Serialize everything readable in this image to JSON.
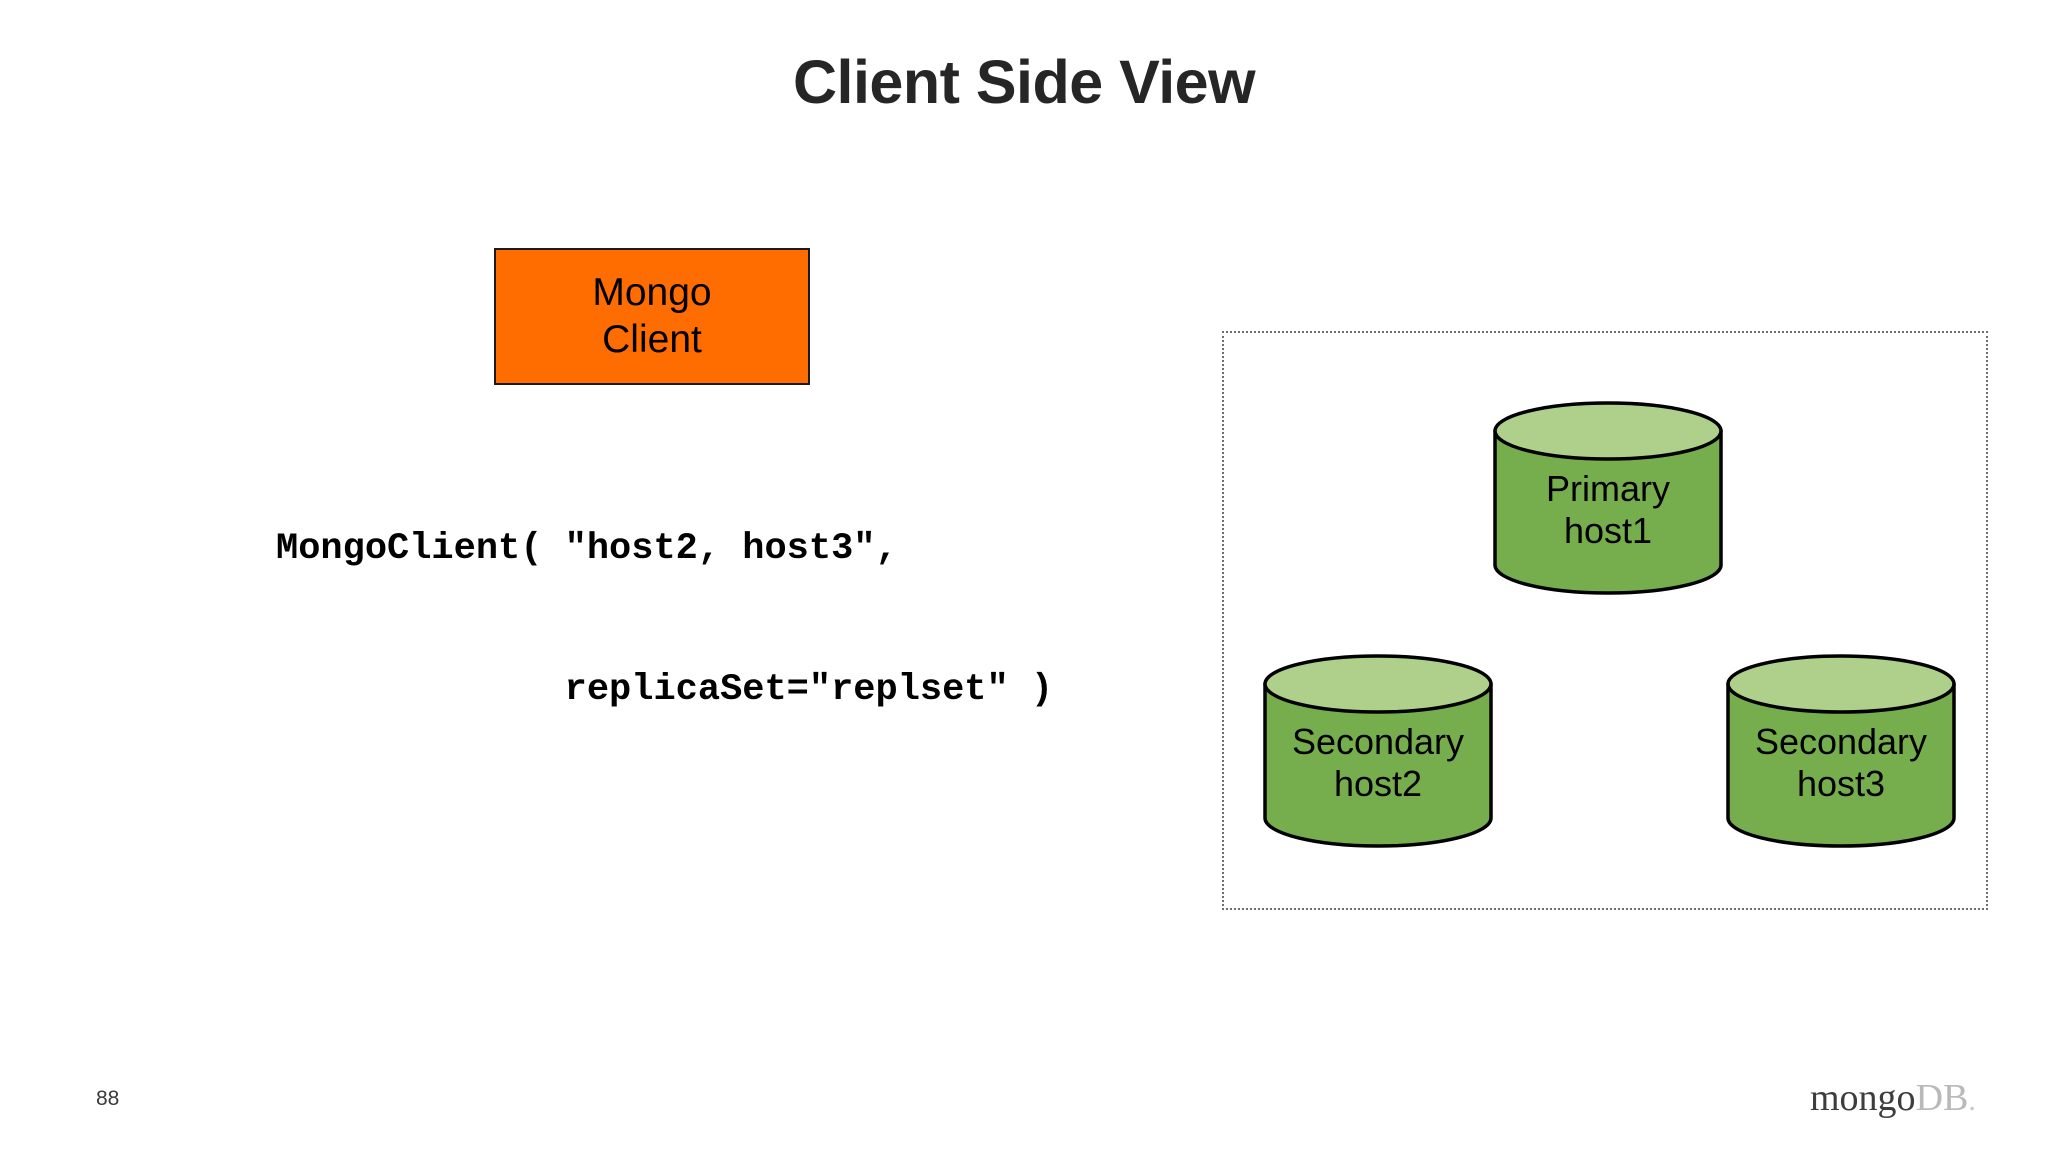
{
  "slide": {
    "title": "Client Side View",
    "page_number": "88",
    "background_color": "#ffffff",
    "title_color": "#262626"
  },
  "client_box": {
    "name": "Mongo Client",
    "lines": [
      "Mongo",
      "Client"
    ],
    "fill_color": "#FF6D00",
    "border_color": "#1a1a1a",
    "text_color": "#000000"
  },
  "code": {
    "lines": [
      "MongoClient( \"host2, host3\",",
      "             replicaSet=\"replset\" )"
    ],
    "text_color": "#000000"
  },
  "replica_set": {
    "border_style": "dotted",
    "border_color": "#6e6e6e",
    "nodes": [
      {
        "id": "primary",
        "role": "Primary",
        "host": "host1",
        "body_color": "#76AE4D",
        "top_color": "#AFD08A",
        "outline_color": "#000000"
      },
      {
        "id": "secondary-1",
        "role": "Secondary",
        "host": "host2",
        "body_color": "#76AE4D",
        "top_color": "#AFD08A",
        "outline_color": "#000000"
      },
      {
        "id": "secondary-2",
        "role": "Secondary",
        "host": "host3",
        "body_color": "#76AE4D",
        "top_color": "#AFD08A",
        "outline_color": "#000000"
      }
    ]
  },
  "brand": {
    "primary": "mongo",
    "secondary": "DB",
    "dot": ".",
    "primary_color": "#3d3d3d",
    "secondary_color": "#b9b9b9"
  }
}
